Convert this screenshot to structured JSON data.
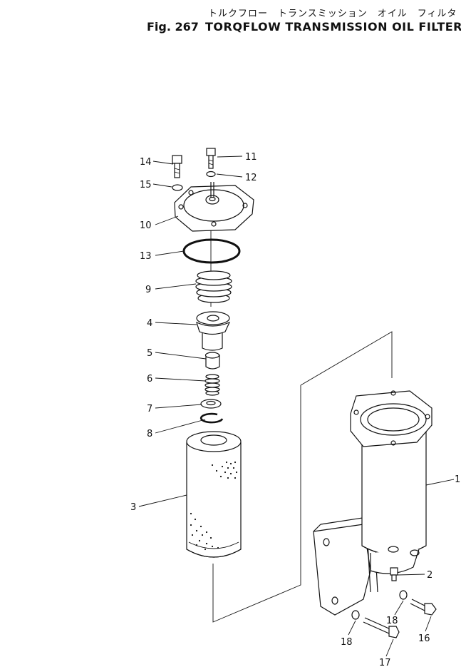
{
  "header": {
    "title_jp": "トルクフロー　トランスミッション　オイル　フィルタ",
    "figure_label": "Fig. 267",
    "title_en": "TORQFLOW TRANSMISSION OIL FILTER"
  },
  "callouts": {
    "c1": "1",
    "c2": "2",
    "c3": "3",
    "c4": "4",
    "c5": "5",
    "c6": "6",
    "c7": "7",
    "c8": "8",
    "c9": "9",
    "c10": "10",
    "c11": "11",
    "c12": "12",
    "c13": "13",
    "c14": "14",
    "c15": "15",
    "c16": "16",
    "c17": "17",
    "c18a": "18",
    "c18b": "18"
  }
}
